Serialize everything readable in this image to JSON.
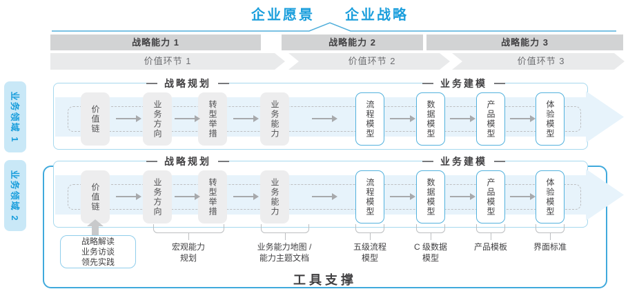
{
  "header": {
    "vision": "企业愿景",
    "strategy": "企业战略"
  },
  "capability_bars": [
    "战略能力 1",
    "战略能力 2",
    "战略能力 3"
  ],
  "value_links": [
    "价值环节 1",
    "价值环节 2",
    "价值环节 3"
  ],
  "domains": [
    "业务领域 1",
    "业务领域 2"
  ],
  "row": {
    "section_planning": "战略规划",
    "section_modeling": "业务建模",
    "strategy_boxes": [
      "价值链",
      "业务方向",
      "转型举措",
      "业务能力"
    ],
    "modeling_boxes": [
      "流程模型",
      "数据模型",
      "产品模型",
      "体验模型"
    ]
  },
  "inputs_box": "战略解读\n业务访谈\n领先实践",
  "deliverables": [
    "宏观能力\n规划",
    "业务能力地图 /\n能力主题文档",
    "五级流程\n模型",
    "C 级数据\n模型",
    "产品模板",
    "界面标准"
  ],
  "tool_support": "工具支撑",
  "colors": {
    "accent_blue": "#1A9EDC",
    "panel_border": "#A5D8EE",
    "tool_border": "#3FA9DC",
    "arrow_band": "#E7F3FB",
    "bar_bg": "#D2D3D4",
    "chevron_bg": "#E9EAEB",
    "gray_box_bg": "#EDEDEE",
    "model_box_border": "#52B1DD",
    "text_dark": "#414042",
    "text_gray": "#6D6E71"
  }
}
